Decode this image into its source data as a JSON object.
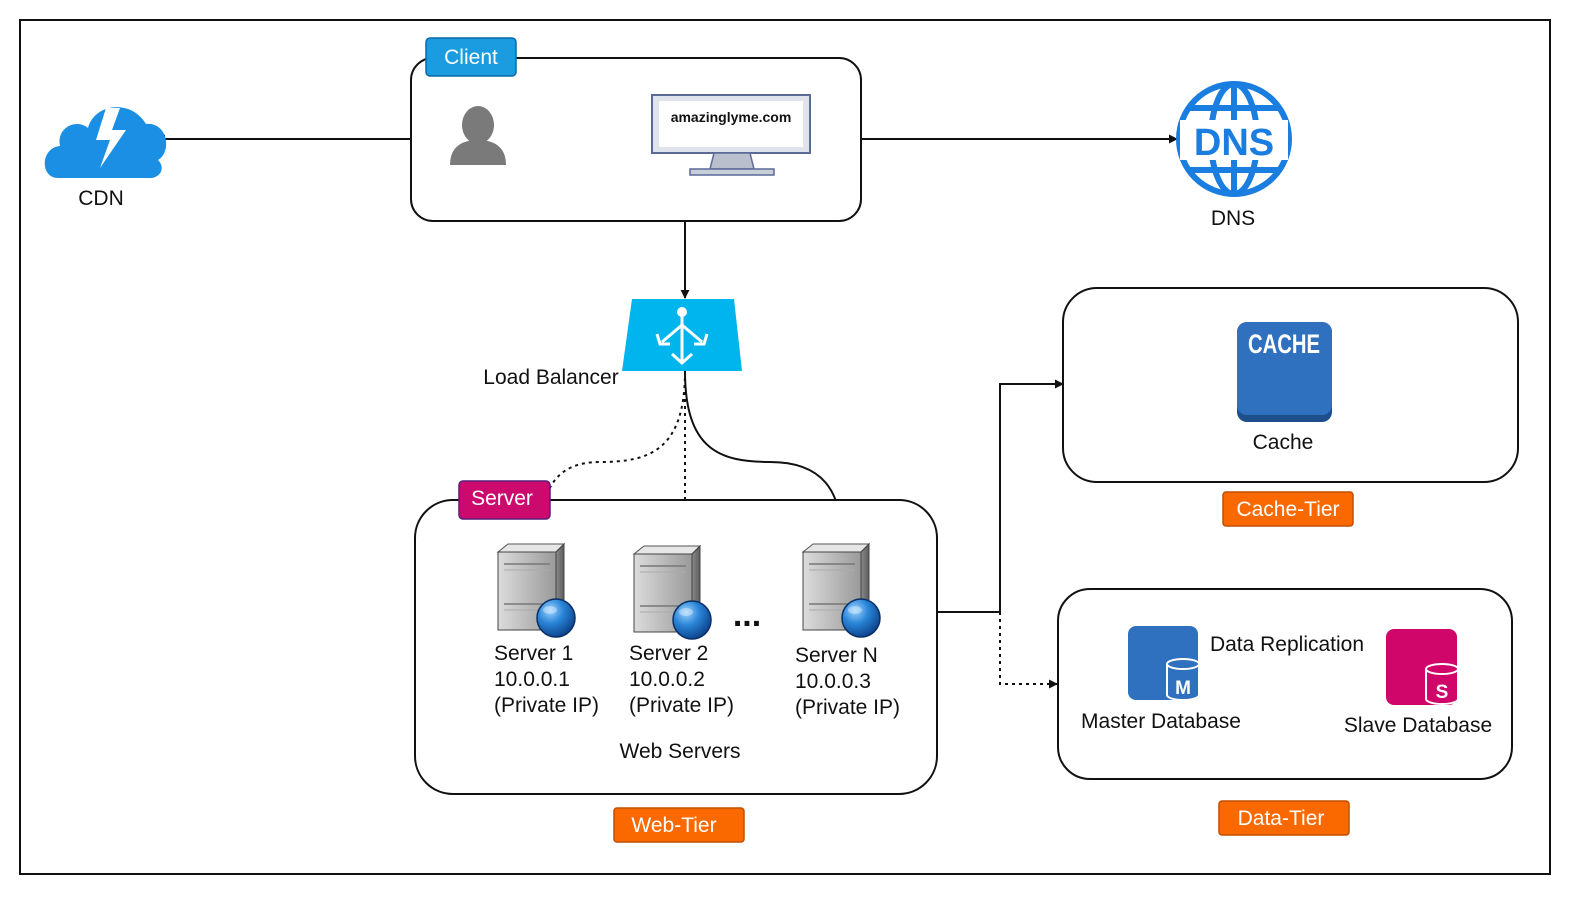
{
  "client": {
    "tag": "Client",
    "website": "amazinglyme.com"
  },
  "cdn": {
    "label": "CDN"
  },
  "dns": {
    "label": "DNS",
    "icon_text": "DNS"
  },
  "load_balancer": {
    "label": "Load Balancer"
  },
  "web_tier": {
    "server_tag": "Server",
    "label": "Web Servers",
    "tier_tag": "Web-Tier",
    "ellipsis": "...",
    "servers": [
      {
        "name": "Server 1",
        "ip": "10.0.0.1",
        "note": "(Private IP)"
      },
      {
        "name": "Server 2",
        "ip": "10.0.0.2",
        "note": "(Private IP)"
      },
      {
        "name": "Server N",
        "ip": "10.0.0.3",
        "note": "(Private IP)"
      }
    ]
  },
  "cache_tier": {
    "icon_text": "CACHE",
    "label": "Cache",
    "tier_tag": "Cache-Tier"
  },
  "data_tier": {
    "master_label": "Master Database",
    "master_letter": "M",
    "slave_label": "Slave Database",
    "slave_letter": "S",
    "replication_label": "Data Replication",
    "tier_tag": "Data-Tier"
  },
  "colors": {
    "client_tag": "#1b9be0",
    "server_tag": "#cc0a6e",
    "tier_tag": "#fa6800",
    "cdn": "#1a8fe3",
    "dns": "#1a7de0",
    "load_balancer": "#00b5ee",
    "cache": "#2f71be",
    "master_db": "#2f71be",
    "slave_db": "#d0066b"
  }
}
